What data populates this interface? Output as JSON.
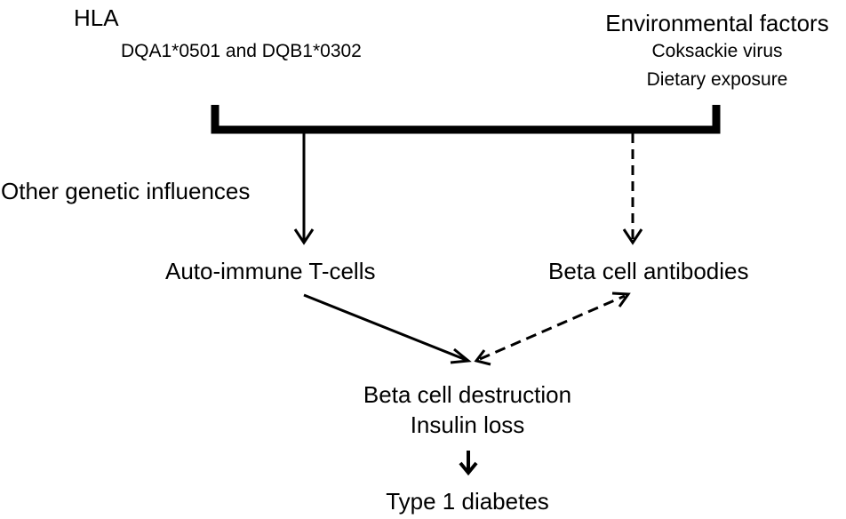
{
  "hla": {
    "title": "HLA",
    "alleles": "DQA1*0501 and DQB1*0302"
  },
  "environment": {
    "title": "Environmental factors",
    "items": [
      "Coksackie virus",
      "Dietary exposure"
    ]
  },
  "other_genetic": "Other genetic influences",
  "t_cells": "Auto-immune T-cells",
  "antibodies": "Beta cell antibodies",
  "destruction": {
    "line1": "Beta cell destruction",
    "line2": "Insulin loss"
  },
  "outcome": "Type 1 diabetes"
}
